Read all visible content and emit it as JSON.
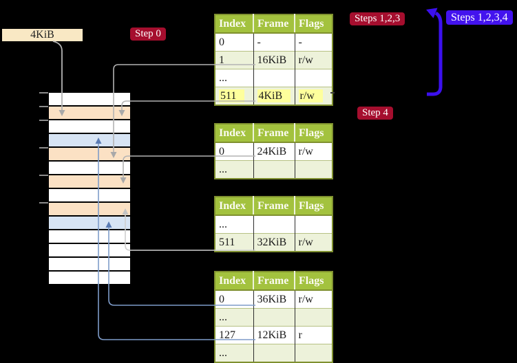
{
  "page_size_label": {
    "text": "4KiB"
  },
  "badges": {
    "step0": "Step 0",
    "steps123": "Steps 1,2,3",
    "steps1234": "Steps 1,2,3,4",
    "step4": "Step 4"
  },
  "colors": {
    "badge_red": "#a50e2e",
    "badge_blue": "#4313ee",
    "table_header_green": "#a3c23e",
    "table_row_green": "#edf2da",
    "table_border_olive": "#7f902f",
    "highlight_yellow": "#feff9c",
    "memory_orange": "#fbe1c4",
    "memory_blue": "#d7e4f4",
    "arrow_gray": "#b3b3b3",
    "arrow_steelblue": "#7e9cc9",
    "arrow_big_blue": "#3c10ee",
    "page_label_cream": "#f9e8c4"
  },
  "memory": {
    "row_colors": [
      "white",
      "orange",
      "white",
      "blue",
      "orange",
      "white",
      "orange",
      "white",
      "orange",
      "blue",
      "white",
      "white",
      "white",
      "white"
    ]
  },
  "tables": [
    {
      "name": "page-table-top",
      "headers": [
        "Index",
        "Frame",
        "Flags"
      ],
      "rows": [
        {
          "cells": [
            "0",
            "-",
            "-"
          ],
          "highlight": false
        },
        {
          "cells": [
            "1",
            "16KiB",
            "r/w"
          ],
          "highlight": false
        },
        {
          "cells": [
            "...",
            "",
            ""
          ],
          "highlight": false
        },
        {
          "cells": [
            "511",
            "4KiB",
            "r/w"
          ],
          "highlight": true
        }
      ]
    },
    {
      "name": "page-table-second",
      "headers": [
        "Index",
        "Frame",
        "Flags"
      ],
      "rows": [
        {
          "cells": [
            "0",
            "24KiB",
            "r/w"
          ],
          "highlight": false
        },
        {
          "cells": [
            "...",
            "",
            ""
          ],
          "highlight": false
        }
      ]
    },
    {
      "name": "page-table-third",
      "headers": [
        "Index",
        "Frame",
        "Flags"
      ],
      "rows": [
        {
          "cells": [
            "...",
            "",
            ""
          ],
          "highlight": false
        },
        {
          "cells": [
            "511",
            "32KiB",
            "r/w"
          ],
          "highlight": false
        }
      ]
    },
    {
      "name": "page-table-bottom",
      "headers": [
        "Index",
        "Frame",
        "Flags"
      ],
      "rows": [
        {
          "cells": [
            "0",
            "36KiB",
            "r/w"
          ],
          "highlight": false
        },
        {
          "cells": [
            "...",
            "",
            ""
          ],
          "highlight": false
        },
        {
          "cells": [
            "127",
            "12KiB",
            "r"
          ],
          "highlight": false
        },
        {
          "cells": [
            "...",
            "",
            ""
          ],
          "highlight": false
        }
      ]
    }
  ]
}
